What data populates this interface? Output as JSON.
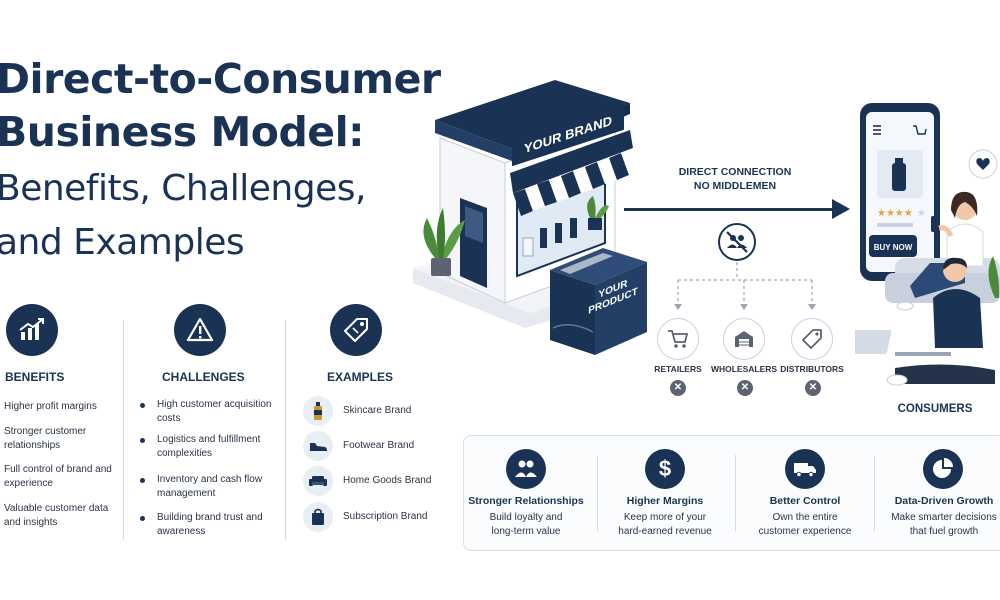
{
  "title": {
    "line1": "Direct-to-Consumer",
    "line2": "Business Model:",
    "line3": "Benefits, Challenges,",
    "line4": "and Examples"
  },
  "columns": {
    "benefits": {
      "heading": "BENEFITS",
      "icon": "growth-chart-icon",
      "items": [
        "Higher profit margins",
        "Stronger customer relationships",
        "Full control of brand and experience",
        "Valuable customer data and insights"
      ]
    },
    "challenges": {
      "heading": "CHALLENGES",
      "icon": "warning-icon",
      "items": [
        "High customer acquisition costs",
        "Logistics and fulfillment complexities",
        "Inventory and cash flow management",
        "Building brand trust and awareness"
      ]
    },
    "examples": {
      "heading": "EXAMPLES",
      "icon": "tag-icon",
      "items": [
        {
          "label": "Skincare Brand",
          "icon": "bottle-icon"
        },
        {
          "label": "Footwear Brand",
          "icon": "shoe-icon"
        },
        {
          "label": "Home Goods Brand",
          "icon": "sofa-icon"
        },
        {
          "label": "Subscription Brand",
          "icon": "bag-icon"
        }
      ]
    }
  },
  "store": {
    "sign": "YOUR BRAND",
    "box": "YOUR PRODUCT"
  },
  "connection": {
    "line1": "DIRECT CONNECTION",
    "line2": "NO MIDDLEMEN"
  },
  "middlemen": [
    {
      "label": "RETAILERS",
      "icon": "cart-icon"
    },
    {
      "label": "WHOLESALERS",
      "icon": "warehouse-icon"
    },
    {
      "label": "DISTRIBUTORS",
      "icon": "tag-icon"
    }
  ],
  "phone": {
    "button": "BUY NOW"
  },
  "consumers_label": "CONSUMERS",
  "panel": [
    {
      "title": "Stronger Relationships",
      "desc": "Build loyalty and long-term value",
      "icon": "people-icon"
    },
    {
      "title": "Higher Margins",
      "desc": "Keep more of your hard-earned revenue",
      "icon": "dollar-icon"
    },
    {
      "title": "Better Control",
      "desc": "Own the entire customer experience",
      "icon": "truck-icon"
    },
    {
      "title": "Data-Driven Growth",
      "desc": "Make smarter decisions that fuel growth",
      "icon": "pie-chart-icon"
    }
  ],
  "colors": {
    "navy": "#1a3355",
    "light_bg": "#e9eef5",
    "gray": "#5b6470"
  }
}
